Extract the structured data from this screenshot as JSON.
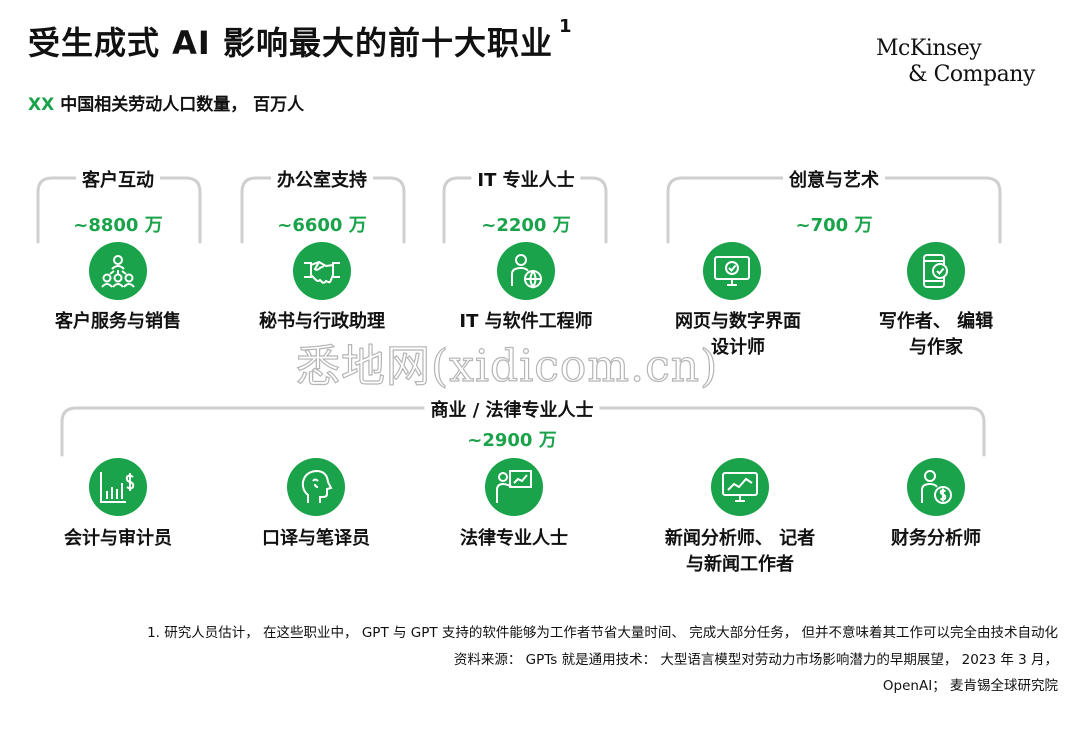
{
  "title": "受生成式 AI 影响最大的前十大职业",
  "title_footnote_mark": "1",
  "subtitle_marker": "XX",
  "subtitle_text": "中国相关劳动人口数量， 百万人",
  "logo_line1": "McKinsey",
  "logo_line2": "& Company",
  "accent_color": "#1aa34a",
  "groups": [
    {
      "label": "客户互动",
      "value": "~8800 万"
    },
    {
      "label": "办公室支持",
      "value": "~6600 万"
    },
    {
      "label": "IT 专业人士",
      "value": "~2200 万"
    },
    {
      "label": "创意与艺术",
      "value": "~700 万"
    },
    {
      "label": "商业 / 法律专业人士",
      "value": "~2900 万"
    }
  ],
  "occupations": [
    {
      "line1": "客户服务与销售",
      "line2": "",
      "icon": "people-network-icon"
    },
    {
      "line1": "秘书与行政助理",
      "line2": "",
      "icon": "handshake-icon"
    },
    {
      "line1": "IT 与软件工程师",
      "line2": "",
      "icon": "person-globe-icon"
    },
    {
      "line1": "网页与数字界面",
      "line2": "设计师",
      "icon": "monitor-check-icon"
    },
    {
      "line1": "写作者、 编辑",
      "line2": "与作家",
      "icon": "phone-check-icon"
    },
    {
      "line1": "会计与审计员",
      "line2": "",
      "icon": "chart-dollar-icon"
    },
    {
      "line1": "口译与笔译员",
      "line2": "",
      "icon": "head-profile-icon"
    },
    {
      "line1": "法律专业人士",
      "line2": "",
      "icon": "presenter-icon"
    },
    {
      "line1": "新闻分析师、 记者",
      "line2": "与新闻工作者",
      "icon": "monitor-chart-icon"
    },
    {
      "line1": "财务分析师",
      "line2": "",
      "icon": "person-coin-icon"
    }
  ],
  "watermark": "悉地网(xidicom.cn)",
  "footnote_1": "1. 研究人员估计， 在这些职业中， GPT 与 GPT 支持的软件能够为工作者节省大量时间、 完成大部分任务， 但并不意味着其工作可以完全由技术自动化",
  "source_line1": "资料来源： GPTs 就是通用技术： 大型语言模型对劳动力市场影响潜力的早期展望， 2023 年 3 月，",
  "source_line2": "OpenAI； 麦肯锡全球研究院"
}
